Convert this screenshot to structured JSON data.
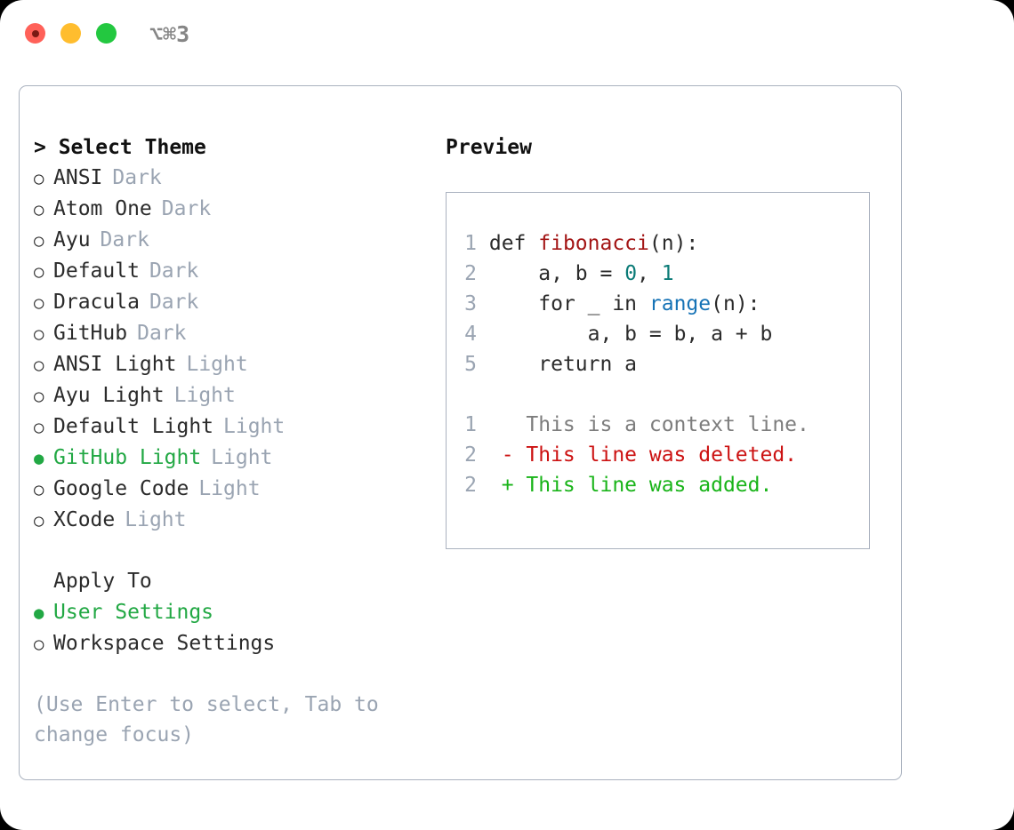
{
  "titlebar": {
    "shortcut": "⌥⌘3",
    "dots": [
      "close-red",
      "minimize-yellow",
      "maximize-green"
    ]
  },
  "theme_picker": {
    "heading": "> Select Theme",
    "heading_caret": ">",
    "heading_text": "Select Theme",
    "options": [
      {
        "bullet": "○",
        "label": "ANSI",
        "tag": "Dark",
        "selected": false
      },
      {
        "bullet": "○",
        "label": "Atom One",
        "tag": "Dark",
        "selected": false
      },
      {
        "bullet": "○",
        "label": "Ayu",
        "tag": "Dark",
        "selected": false
      },
      {
        "bullet": "○",
        "label": "Default",
        "tag": "Dark",
        "selected": false
      },
      {
        "bullet": "○",
        "label": "Dracula",
        "tag": "Dark",
        "selected": false
      },
      {
        "bullet": "○",
        "label": "GitHub",
        "tag": "Dark",
        "selected": false
      },
      {
        "bullet": "○",
        "label": "ANSI Light",
        "tag": "Light",
        "selected": false
      },
      {
        "bullet": "○",
        "label": "Ayu Light",
        "tag": "Light",
        "selected": false
      },
      {
        "bullet": "○",
        "label": "Default Light",
        "tag": "Light",
        "selected": false
      },
      {
        "bullet": "●",
        "label": "GitHub Light",
        "tag": "Light",
        "selected": true
      },
      {
        "bullet": "○",
        "label": "Google Code",
        "tag": "Light",
        "selected": false
      },
      {
        "bullet": "○",
        "label": "XCode",
        "tag": "Light",
        "selected": false
      }
    ]
  },
  "apply_to": {
    "heading": "Apply To",
    "options": [
      {
        "bullet": "●",
        "label": "User Settings",
        "selected": true
      },
      {
        "bullet": "○",
        "label": "Workspace Settings",
        "selected": false
      }
    ]
  },
  "hint": "(Use Enter to select, Tab to change focus)",
  "preview": {
    "heading": "Preview",
    "code_lines": [
      {
        "num": "1",
        "parts": [
          {
            "t": "def ",
            "c": "plain"
          },
          {
            "t": "fibonacci",
            "c": "fn"
          },
          {
            "t": "(n):",
            "c": "plain"
          }
        ]
      },
      {
        "num": "2",
        "parts": [
          {
            "t": "    a, b = ",
            "c": "plain"
          },
          {
            "t": "0",
            "c": "num"
          },
          {
            "t": ", ",
            "c": "plain"
          },
          {
            "t": "1",
            "c": "num"
          }
        ]
      },
      {
        "num": "3",
        "parts": [
          {
            "t": "    for _ in ",
            "c": "plain"
          },
          {
            "t": "range",
            "c": "call"
          },
          {
            "t": "(n):",
            "c": "plain"
          }
        ]
      },
      {
        "num": "4",
        "parts": [
          {
            "t": "        a, b = b, a + b",
            "c": "plain"
          }
        ]
      },
      {
        "num": "5",
        "parts": [
          {
            "t": "    return a",
            "c": "plain"
          }
        ]
      }
    ],
    "diff_lines": [
      {
        "num": "1",
        "marker": "  ",
        "text": "This is a context line.",
        "kind": "context"
      },
      {
        "num": "2",
        "marker": "- ",
        "text": "This line was deleted.",
        "kind": "deleted"
      },
      {
        "num": "2",
        "marker": "+ ",
        "text": "This line was added.",
        "kind": "added"
      }
    ]
  },
  "colors": {
    "accent_green": "#22a844",
    "muted": "#9aa4b2",
    "border": "#aab2bf",
    "diff_add": "#19b419",
    "diff_del": "#cc1212",
    "syntax_function": "#a31515",
    "syntax_number": "#0b7b77",
    "syntax_call": "#1673b6"
  }
}
